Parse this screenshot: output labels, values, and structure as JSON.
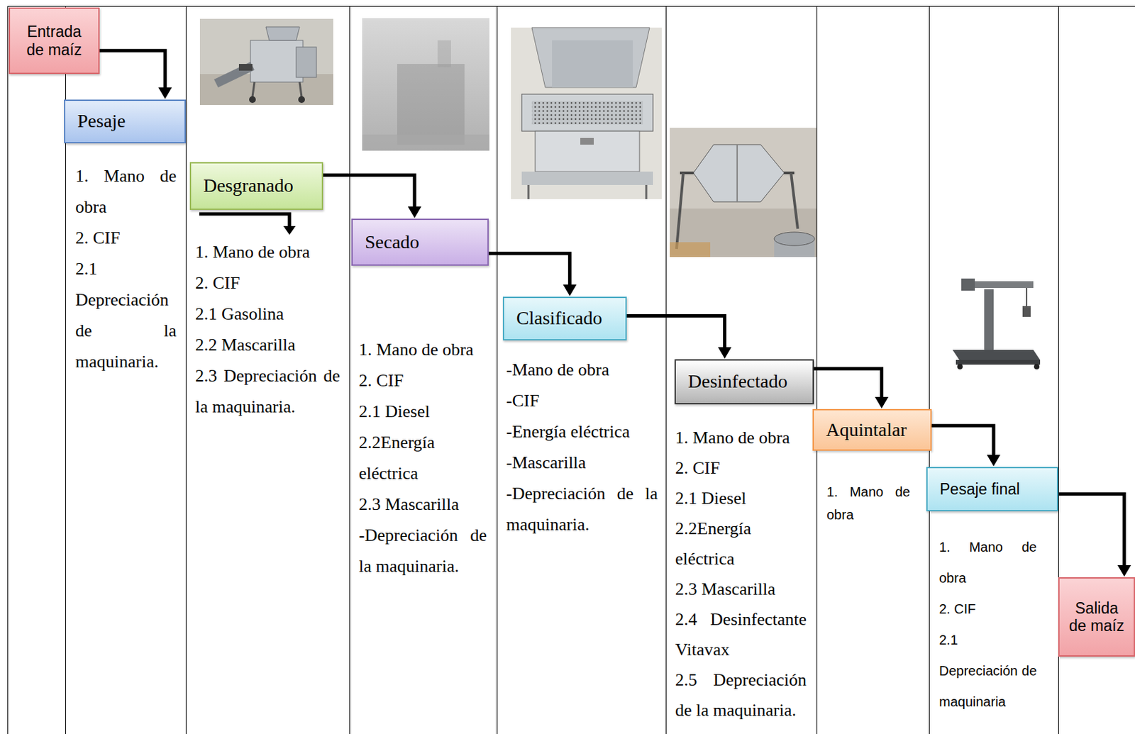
{
  "diagram": {
    "nodes": [
      {
        "text": [
          "Entrada de maíz"
        ]
      },
      {
        "text": [
          "Pesaje"
        ]
      },
      {
        "text": [
          "Desgranado"
        ]
      },
      {
        "text": [
          "Secado"
        ]
      },
      {
        "text": [
          "Clasificado"
        ]
      },
      {
        "text": [
          "Desinfectado"
        ]
      },
      {
        "text": [
          "Aquintalar"
        ]
      },
      {
        "text": [
          "Pesaje final"
        ]
      },
      {
        "text": [
          "Salida de maíz"
        ]
      }
    ],
    "edges": [
      {
        "from": 0,
        "to": 1,
        "arrow": "to"
      },
      {
        "from": 2,
        "to": 3,
        "arrow": "to"
      },
      {
        "from": 3,
        "to": 4,
        "arrow": "to"
      },
      {
        "from": 4,
        "to": 5,
        "arrow": "to"
      },
      {
        "from": 5,
        "to": 6,
        "arrow": "to"
      },
      {
        "from": 6,
        "to": 7,
        "arrow": "to"
      },
      {
        "from": 7,
        "to": 8,
        "arrow": "to"
      }
    ],
    "labels": [
      "1. Mano de obra",
      "2. CIF",
      "2.1 Depreciación de la maquinaria.",
      "1. Mano de obra",
      "2. CIF",
      "2.1 Gasolina",
      "2.2 Mascarilla",
      "2.3 Depreciación de la maquinaria.",
      "1. Mano de obra",
      "2. CIF",
      "2.1 Diesel",
      "2.2Energía eléctrica",
      "2.3 Mascarilla",
      "-Depreciación de la maquinaria.",
      "-Mano de obra",
      "-CIF",
      "-Energía eléctrica",
      "-Mascarilla",
      "-Depreciación de la maquinaria.",
      "1. Mano de obra",
      "2. CIF",
      "2.1 Diesel",
      "2.2Energía eléctrica",
      "2.3 Mascarilla",
      "2.4 Desinfectante Vitavax",
      "2.5 Depreciación de la maquinaria.",
      "1. Mano de obra",
      "1. Mano de obra",
      "2. CIF",
      "2.1 Depreciación de maquinaria"
    ]
  }
}
